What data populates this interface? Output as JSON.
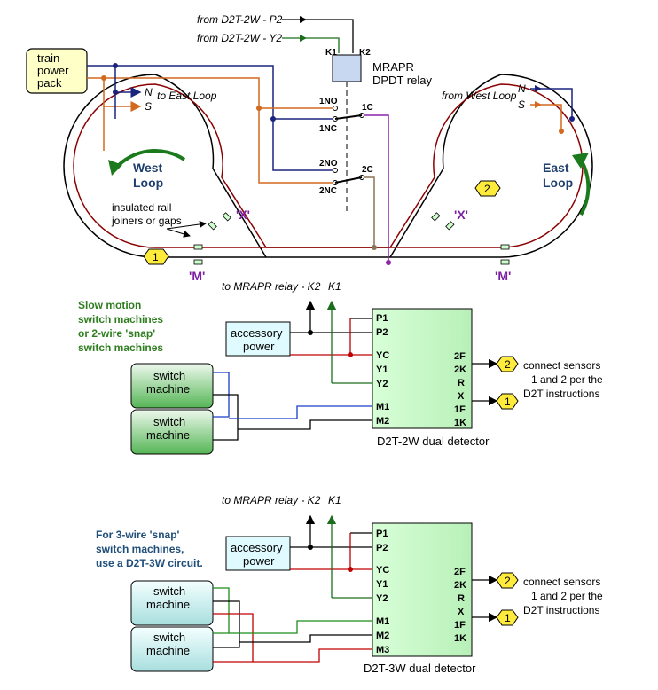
{
  "power_pack": {
    "label_1": "train",
    "label_2": "power",
    "label_3": "pack"
  },
  "feeds": {
    "n": "N",
    "s": "S",
    "to_east": "to East Loop",
    "from_west": "from West Loop",
    "n2": "N",
    "s2": "S"
  },
  "relay": {
    "from_p2": "from D2T-2W - P2",
    "from_y2": "from D2T-2W - Y2",
    "k1": "K1",
    "k2": "K2",
    "name": "MRAPR",
    "desc": "DPDT relay",
    "t_1no": "1NO",
    "t_1c": "1C",
    "t_1nc": "1NC",
    "t_2no": "2NO",
    "t_2c": "2C",
    "t_2nc": "2NC"
  },
  "loops": {
    "west_1": "West",
    "west_2": "Loop",
    "east_1": "East",
    "east_2": "Loop",
    "x_left": "'X'",
    "x_right": "'X'",
    "m_left": "'M'",
    "m_right": "'M'",
    "insulated_1": "insulated rail",
    "insulated_2": "joiners or gaps",
    "sensor1": "1",
    "sensor2": "2"
  },
  "section1": {
    "note_1": "Slow motion",
    "note_2": "switch machines",
    "note_3": "or 2-wire 'snap'",
    "note_4": "switch machines",
    "to_relay": "to MRAPR relay - K2",
    "k1": "K1",
    "acc_1": "accessory",
    "acc_2": "power",
    "sm1_1": "switch",
    "sm1_2": "machine",
    "sm2_1": "switch",
    "sm2_2": "machine",
    "left_terms": [
      "P1",
      "P2",
      "YC",
      "Y1",
      "Y2",
      "M1",
      "M2"
    ],
    "right_terms": [
      "2F",
      "2K",
      "R",
      "X",
      "1F",
      "1K"
    ],
    "title": "D2T-2W dual detector",
    "connect_1": "connect sensors",
    "connect_2": "1 and 2 per the",
    "connect_3": "D2T instructions",
    "badge2": "2",
    "badge1": "1"
  },
  "section2": {
    "note_1": "For 3-wire 'snap'",
    "note_2": "switch machines,",
    "note_3": "use a D2T-3W circuit.",
    "to_relay": "to MRAPR relay - K2",
    "k1": "K1",
    "acc_1": "accessory",
    "acc_2": "power",
    "sm1_1": "switch",
    "sm1_2": "machine",
    "sm2_1": "switch",
    "sm2_2": "machine",
    "left_terms": [
      "P1",
      "P2",
      "YC",
      "Y1",
      "Y2",
      "M1",
      "M2",
      "M3"
    ],
    "right_terms": [
      "2F",
      "2K",
      "R",
      "X",
      "1F",
      "1K"
    ],
    "title": "D2T-3W dual detector",
    "connect_1": "connect sensors",
    "connect_2": "1 and 2 per the",
    "connect_3": "D2T instructions",
    "badge2": "2",
    "badge1": "1"
  },
  "colors": {
    "track_outer": "#000000",
    "track_inner": "#8b0000",
    "wire_blue": "#1a237e",
    "wire_orange": "#d2691e",
    "wire_green": "#1b6e1b",
    "wire_purple": "#8e24aa",
    "wire_olive": "#8b7355",
    "note_green": "#2e7d1e",
    "note_teal": "#1f4e79",
    "sensor_fill": "#ffeb3b",
    "detector_fill": "#ccffcc",
    "relay_fill": "#c8d8f0"
  }
}
